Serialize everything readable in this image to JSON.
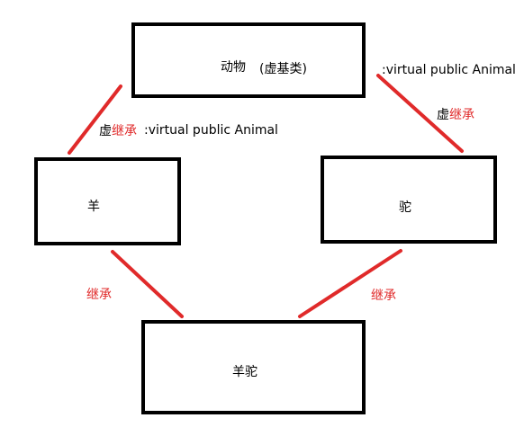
{
  "nodes": {
    "animal": {
      "label": "动物",
      "sub_label": "(虚基类)"
    },
    "sheep": {
      "label": "羊"
    },
    "camel": {
      "label": "驼"
    },
    "alpaca": {
      "label": "羊驼"
    }
  },
  "annotations": {
    "left_virtual_prefix": "虚",
    "left_virtual_word": "继承",
    "left_virtual_code": ":virtual public Animal",
    "right_virtual_code": ":virtual public Animal",
    "right_virtual_prefix": "虚",
    "right_virtual_word": "继承",
    "bottom_left_inherit": "继承",
    "bottom_right_inherit": "继承"
  },
  "colors": {
    "edge": "#e02a2a",
    "border": "#000000",
    "text_red": "#e02a2a"
  }
}
